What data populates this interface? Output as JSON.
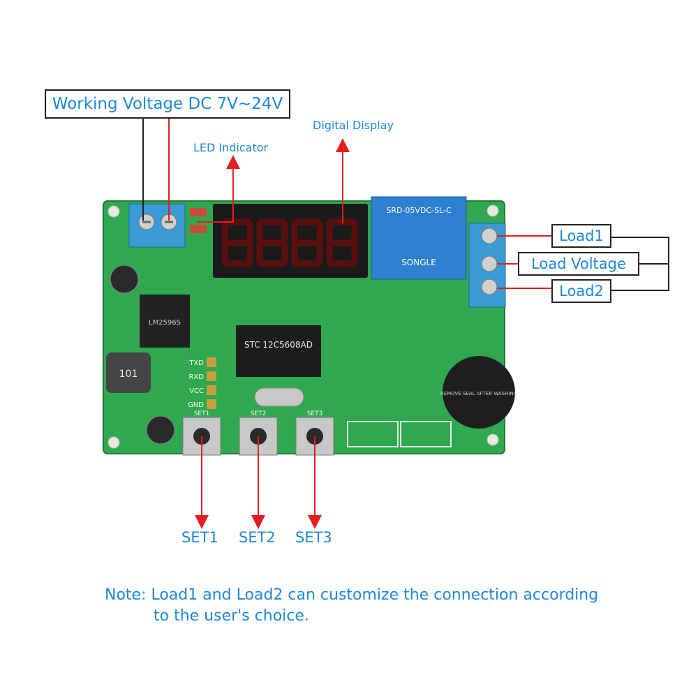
{
  "labels": {
    "working_voltage": "Working Voltage DC 7V~24V",
    "digital_display": "Digital Display",
    "led_indicator": "LED Indicator",
    "load1": "Load1",
    "load_voltage": "Load Voltage",
    "load2": "Load2",
    "set1": "SET1",
    "set2": "SET2",
    "set3": "SET3"
  },
  "note": {
    "line1": "Note: Load1 and Load2 can customize the connection  according",
    "line2": "to the user's choice."
  },
  "board_print": {
    "relay_model": "SRD-05VDC-SL-C",
    "relay_brand": "SONGLE",
    "mcu": "STC 12C5608AD",
    "regulator": "LM2596S",
    "inductor": "101",
    "buzzer": "REMOVE SEAL AFTER WASHING",
    "pin_txd": "TXD",
    "pin_rxd": "RXD",
    "pin_vcc": "VCC",
    "pin_gnd": "GND",
    "btn_set1": "SET1",
    "btn_set2": "SET2",
    "btn_set3": "SET3"
  },
  "colors": {
    "label_blue": "#1e88d8",
    "arrow_red": "#e02020",
    "pcb_green": "#2fa84f",
    "terminal_blue": "#3a9bd5"
  }
}
